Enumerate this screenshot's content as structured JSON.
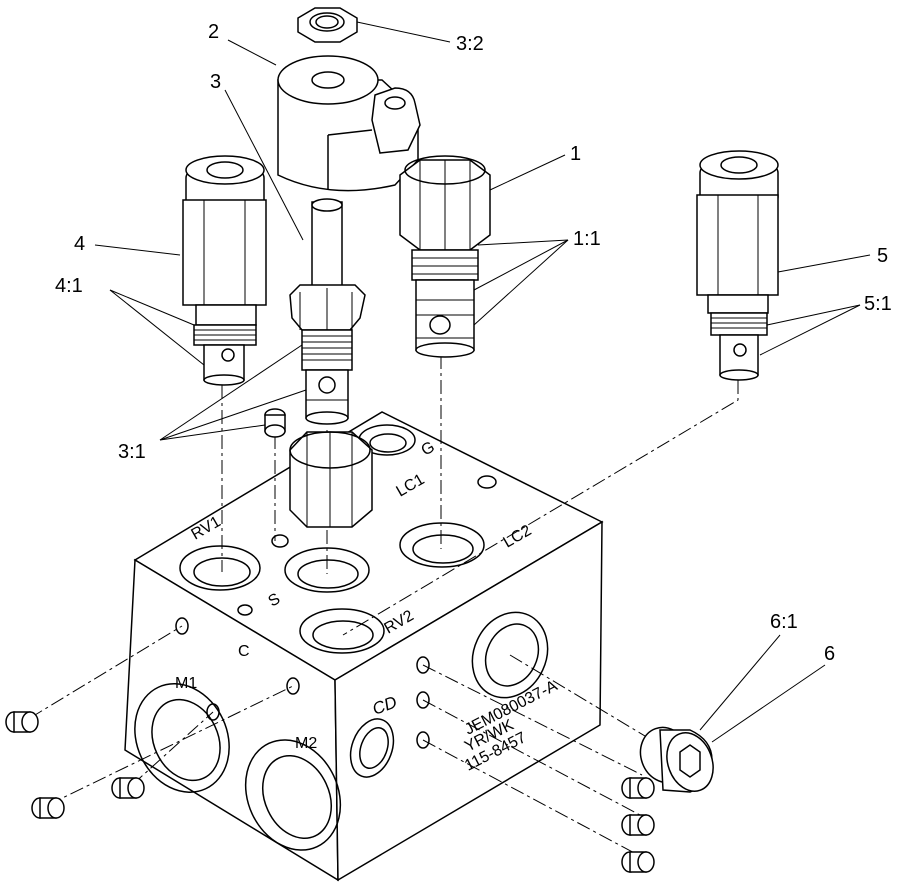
{
  "callouts": {
    "c1": "1",
    "c1_1": "1:1",
    "c2": "2",
    "c3": "3",
    "c3_1": "3:1",
    "c3_2": "3:2",
    "c4": "4",
    "c4_1": "4:1",
    "c5": "5",
    "c5_1": "5:1",
    "c6": "6",
    "c6_1": "6:1"
  },
  "ports": {
    "rv1": "RV1",
    "rv2": "RV2",
    "s": "S",
    "g": "G",
    "lc1": "LC1",
    "lc2": "LC2",
    "c": "C",
    "m1": "M1",
    "m2": "M2",
    "cd": "CD"
  },
  "engraving": {
    "line1": "JEM080037-A",
    "line2": "YR/WK",
    "line3": "115-8457"
  }
}
